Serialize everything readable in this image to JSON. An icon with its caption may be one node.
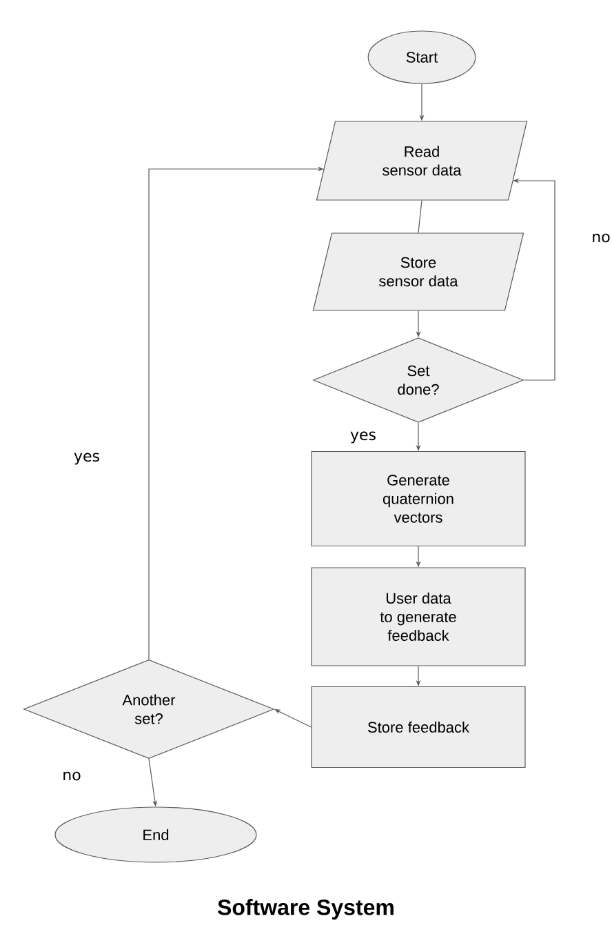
{
  "diagram": {
    "title": "Software System",
    "nodes": [
      {
        "text": [
          "Start"
        ]
      },
      {
        "text": [
          "Read sensor data"
        ]
      },
      {
        "text": [
          "Store sensor data"
        ]
      },
      {
        "text": [
          "Set done?"
        ]
      },
      {
        "text": [
          "Generate quaternion vectors"
        ]
      },
      {
        "text": [
          "User data to generate feedback"
        ]
      },
      {
        "text": [
          "Store feedback"
        ]
      },
      {
        "text": [
          "Another set?"
        ]
      },
      {
        "text": [
          "End"
        ]
      }
    ],
    "edges": [
      {
        "from": 0,
        "to": 1,
        "arrow": "to"
      },
      {
        "from": 1,
        "to": 2,
        "arrow": "none"
      },
      {
        "from": 2,
        "to": 3,
        "arrow": "to"
      },
      {
        "from": 3,
        "to": 1,
        "arrow": "to",
        "label": "no"
      },
      {
        "from": 3,
        "to": 4,
        "arrow": "to",
        "label": "yes"
      },
      {
        "from": 4,
        "to": 5,
        "arrow": "to"
      },
      {
        "from": 5,
        "to": 6,
        "arrow": "to"
      },
      {
        "from": 6,
        "to": 7,
        "arrow": "to"
      },
      {
        "from": 7,
        "to": 1,
        "arrow": "to",
        "label": "yes"
      },
      {
        "from": 7,
        "to": 8,
        "arrow": "to",
        "label": "no"
      }
    ]
  }
}
